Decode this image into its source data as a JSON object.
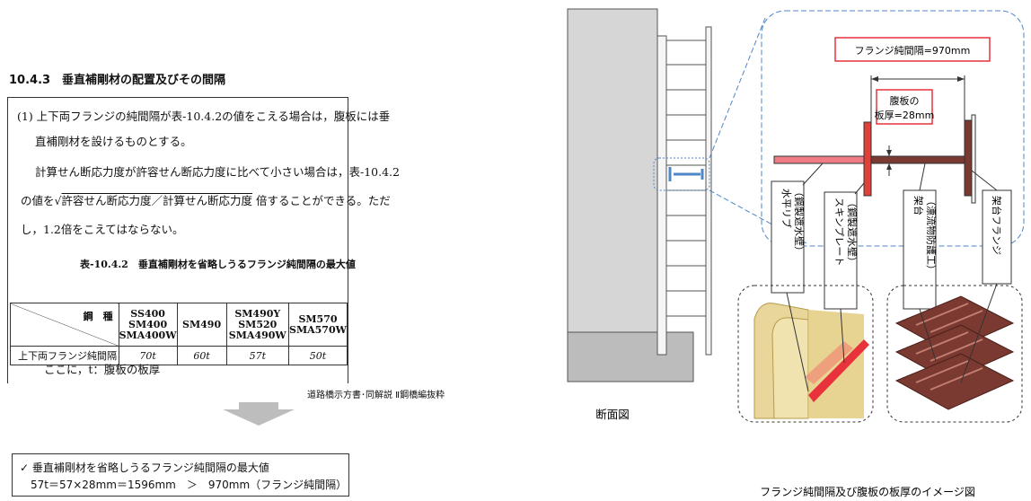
{
  "heading": "10.4.3　垂直補剛材の配置及びその間隔",
  "excerpt": {
    "line1": "(1) 上下両フランジの純間隔が表‐10.4.2の値をこえる場合は，腹板には垂",
    "line2": "直補剛材を設けるものとする。",
    "line3": "計算せん断応力度が許容せん断応力度に比べて小さい場合は，表‐10.4.2",
    "line4_pre": "の値を",
    "line4_sqrt": "許容せん断応力度／計算せん断応力度",
    "line4_post": " 倍することができる。ただ",
    "line5": "し，1.2倍をこえてはならない。",
    "table_title": "表‐10.4.2　垂直補剛材を省略しうるフランジ純間隔の最大値",
    "table_header_corner": "鋼　種",
    "table_header": [
      "SS400\nSM400\nSMA400W",
      "SM490",
      "SM490Y\nSM520\nSMA490W",
      "SM570\nSMA570W"
    ],
    "row_label": "上下両フランジ純間隔",
    "row_values": [
      "70t",
      "60t",
      "57t",
      "50t"
    ],
    "note": "ここに，t：腹板の板厚"
  },
  "source": "道路橋示方書･同解説 Ⅱ鋼橋編抜粋",
  "result": {
    "line1": "✓ 垂直補剛材を省略しうるフランジ純間隔の最大値",
    "line2": "57t＝57×28mm＝1596mm　＞　970mm（フランジ純間隔）"
  },
  "diagram": {
    "flange_spacing": "フランジ純間隔=970mm",
    "web_thickness_line1": "腹板の",
    "web_thickness_line2": "板厚=28mm",
    "callouts": [
      {
        "main": "水平リブ",
        "sub": "（鋼製遮水壁）"
      },
      {
        "main": "スキンプレート",
        "sub": "（鋼製遮水壁）"
      },
      {
        "main": "架台",
        "sub": "（漂流物防護工）"
      },
      {
        "main": "架台フランジ",
        "sub": ""
      }
    ],
    "section_caption": "断面図",
    "figure_caption": "フランジ純間隔及び腹板の板厚のイメージ図"
  },
  "colors": {
    "rib": "#ee7b85",
    "skin_plate": "#e0403a",
    "frame": "#7a3a32",
    "dashed": "#4f86c6",
    "callout_box": "#e8323c"
  }
}
